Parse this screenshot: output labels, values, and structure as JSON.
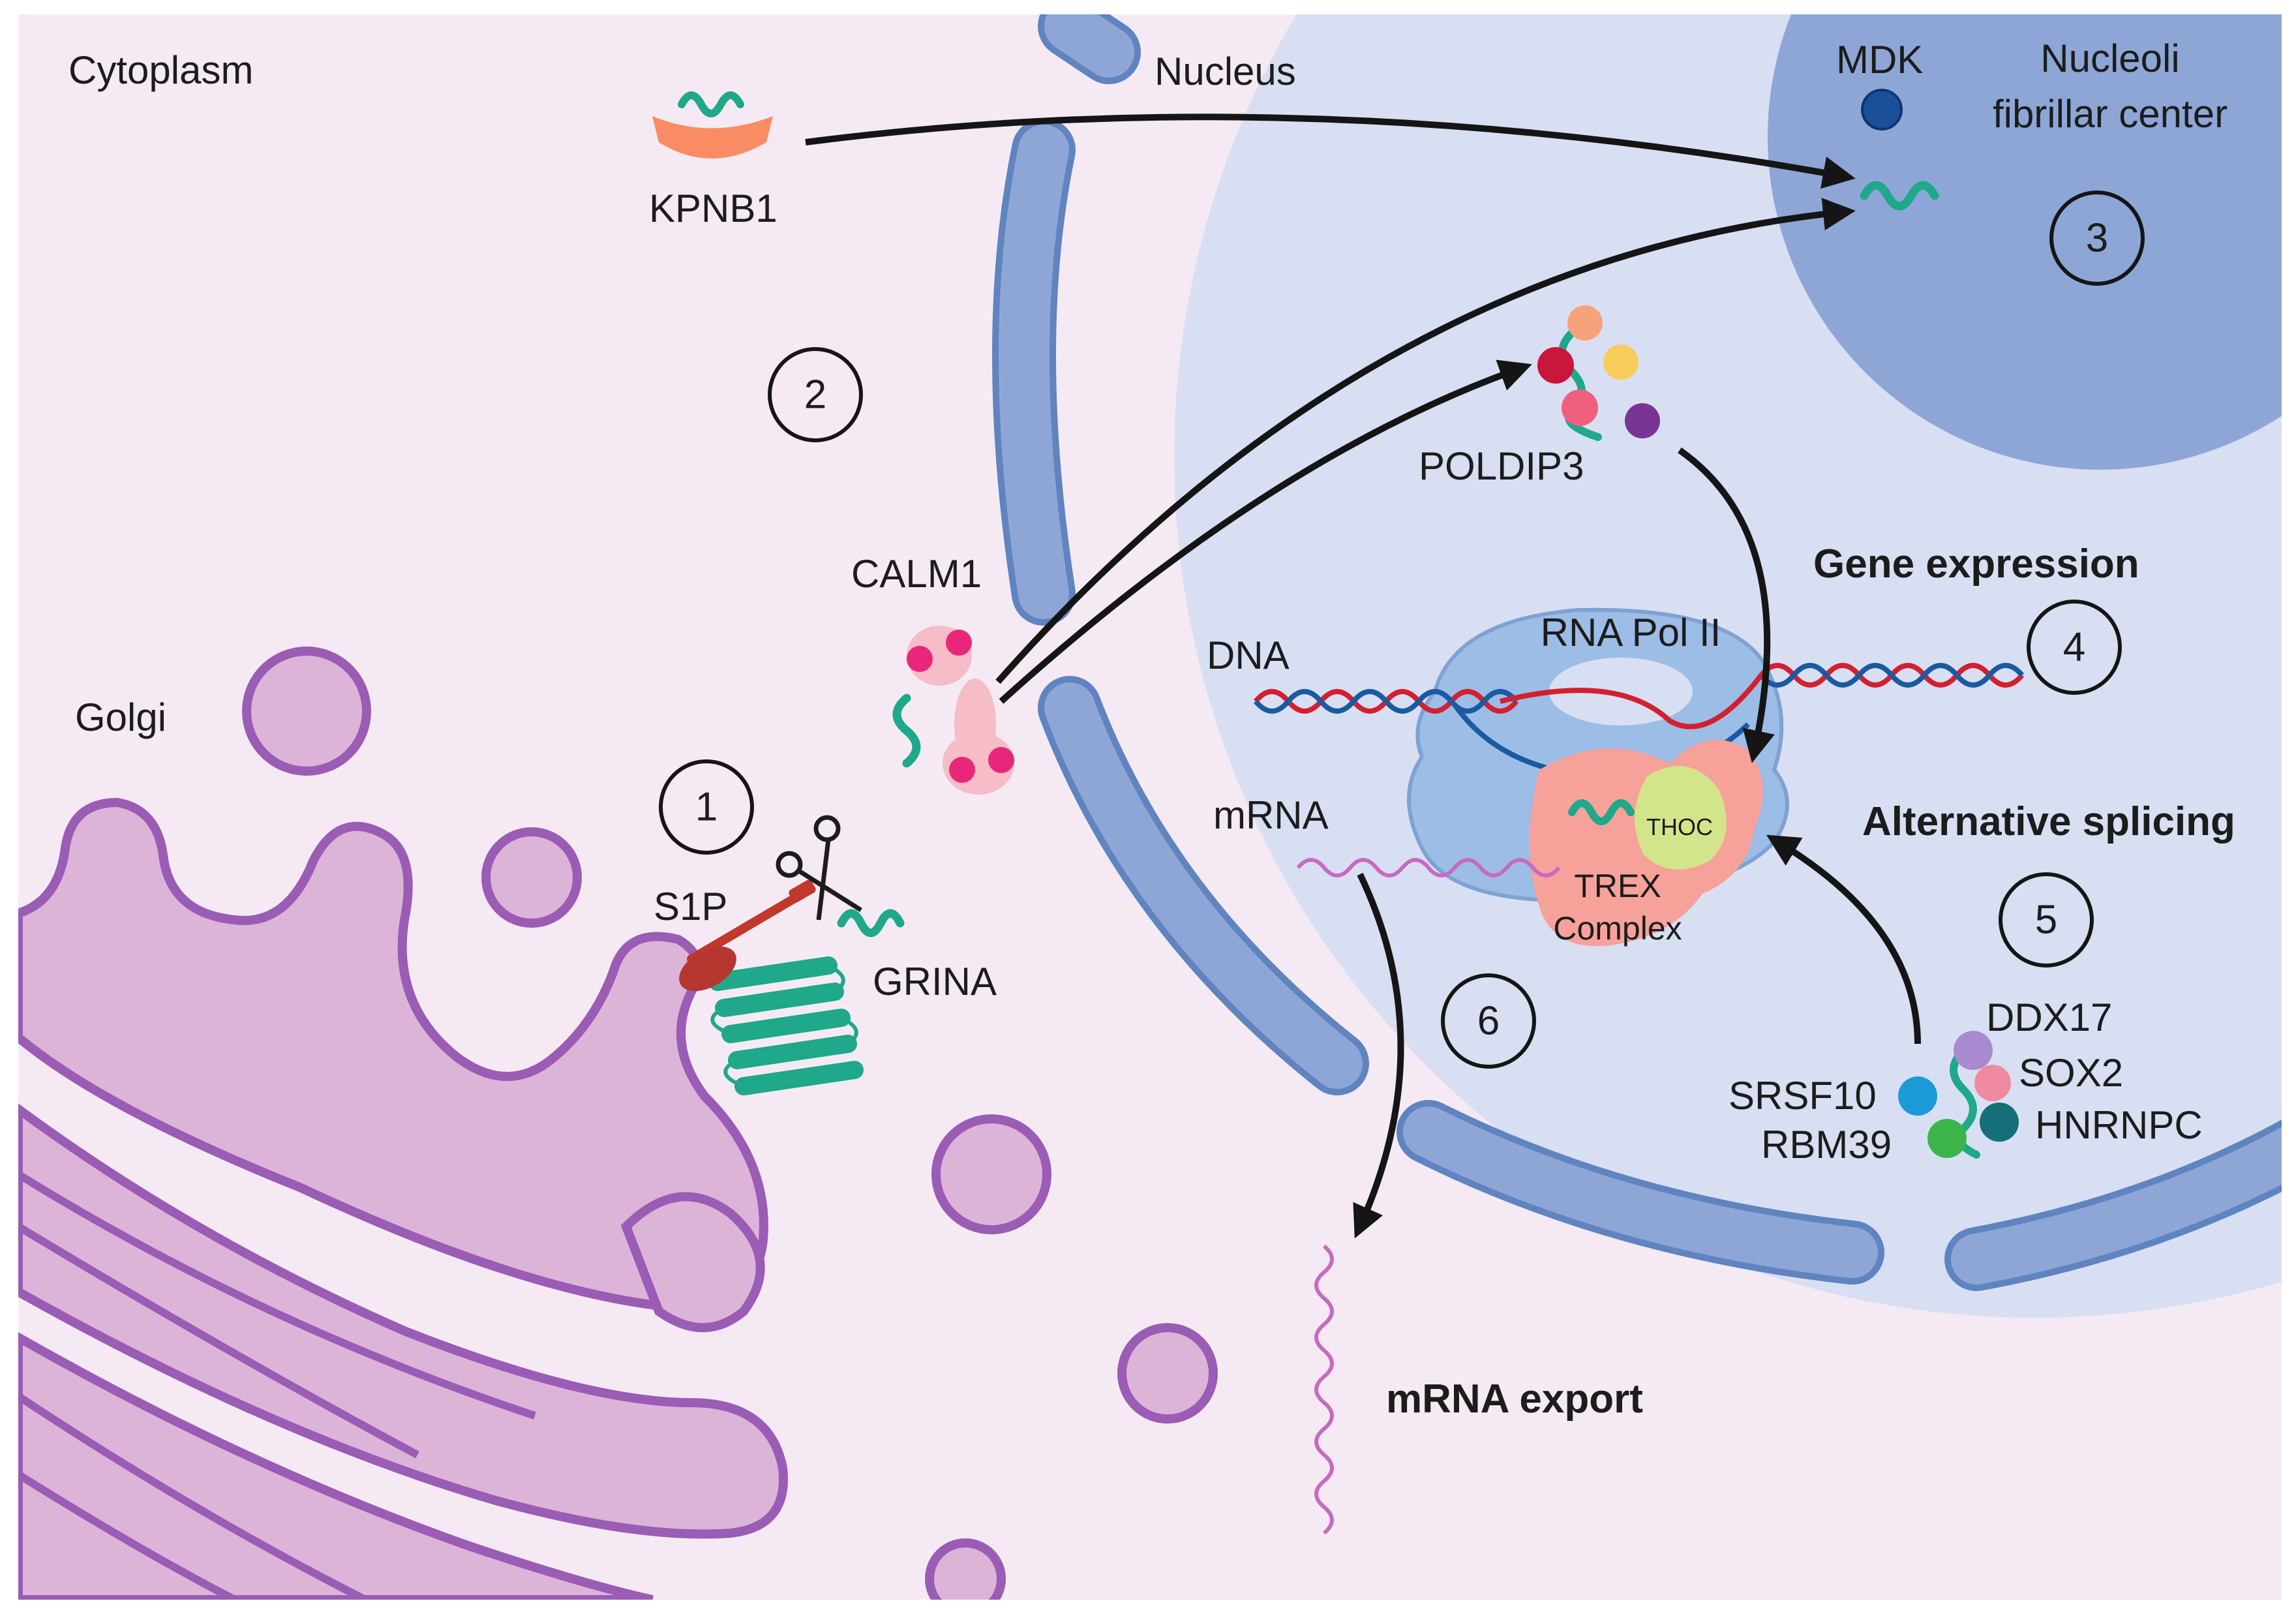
{
  "regions": {
    "cytoplasm": "Cytoplasm",
    "nucleus": "Nucleus",
    "nucleoli": [
      "Nucleoli",
      "fibrillar center"
    ],
    "golgi": "Golgi"
  },
  "labels": {
    "kpnb1": "KPNB1",
    "mdk": "MDK",
    "calm1": "CALM1",
    "poldip3": "POLDIP3",
    "s1p": "S1P",
    "grina": "GRINA",
    "dna": "DNA",
    "rna_pol_ii": "RNA Pol II",
    "mrna": "mRNA",
    "thoc": "THOC",
    "trex": [
      "TREX",
      "Complex"
    ],
    "ddx17": "DDX17",
    "sox2": "SOX2",
    "srsf10": "SRSF10",
    "rbm39": "RBM39",
    "hnrnpc": "HNRNPC"
  },
  "processes": {
    "gene_expression": "Gene expression",
    "alternative_splicing": "Alternative splicing",
    "mrna_export": "mRNA export"
  },
  "steps": [
    "1",
    "2",
    "3",
    "4",
    "5",
    "6"
  ],
  "colors": {
    "cytoplasm_bg": "#f5eaf3",
    "nucleus": "#d9dff2",
    "nucleolus": "#8ea6d6",
    "envelope": "#8ea6d6",
    "golgi_fill": "#dcb4d8",
    "golgi_stroke": "#9a5cb4",
    "grina": "#1fa88a",
    "trex": "#f6a19a",
    "thoc": "#d3e58a",
    "pol_ii": "#9cbde6",
    "dna_red": "#d2202f",
    "dna_blue": "#1a5aa0",
    "mrna": "#c66ac2",
    "arrow": "#151515"
  }
}
